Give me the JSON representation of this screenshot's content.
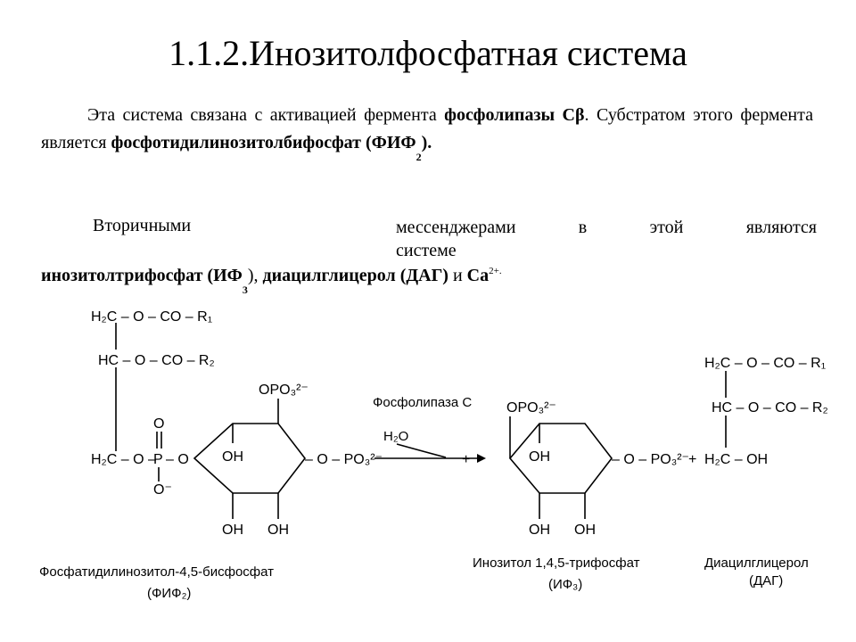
{
  "slide": {
    "title": "1.1.2.Инозитолфосфатная система",
    "p1": {
      "t1": "Эта система связана с активацией фермента ",
      "b1": "фосфолипазы Cβ",
      "t2": ". Субстратом этого фермента является ",
      "b2": "фосфотидилинозитолбифосфат (ФИФ",
      "b2_sub": "2",
      "b2_end": ")."
    },
    "p2": {
      "w1": "Вторичными",
      "w2": "мессенджерами",
      "w3": "в",
      "w4": "этой",
      "w5": "являются",
      "w6": "системе"
    },
    "p3": {
      "b1": "инозитолтрифосфат (ИФ",
      "b1_sub": "3",
      "t1": "), ",
      "b2": "диацилглицерол (ДАГ)",
      "t2": " и ",
      "b3": "Ca",
      "sup": "2+."
    }
  },
  "scheme": {
    "pip2_label": "Фосфатидилинозитол-4,5-бисфосфат",
    "pip2_abbr": "(ФИФ₂)",
    "ip3_label": "Инозитол 1,4,5-трифосфат",
    "ip3_abbr": "(ИФ₃)",
    "dag_label": "Диацилглицерол",
    "dag_abbr": "(ДАГ)",
    "enzyme": "Фосфолипаза С",
    "water": "H₂O",
    "plus": "+",
    "plus2": "+",
    "g_row1": "H₂C – O – CO – R₁",
    "g_row2": "HC – O – CO – R₂",
    "g_row3": "H₂C – O –",
    "p_atom": "P",
    "p_o_top": "O",
    "p_o_bottom": "O⁻",
    "p_o_right": "– O",
    "opo3": "OPO₃²⁻",
    "o_po3": "– O – PO₃²⁻",
    "oh": "OH",
    "dag_row1": "H₂C – O – CO – R₁",
    "dag_row2": "HC – O – CO – R₂",
    "dag_row3": "H₂C   – OH"
  }
}
